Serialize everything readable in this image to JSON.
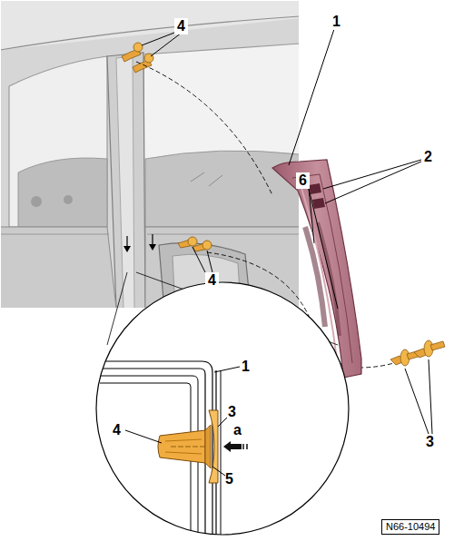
{
  "diagram": {
    "labels": [
      "4",
      "1",
      "2",
      "6",
      "4",
      "3",
      "1",
      "4",
      "3",
      "a",
      "5",
      "N66-10494"
    ]
  }
}
